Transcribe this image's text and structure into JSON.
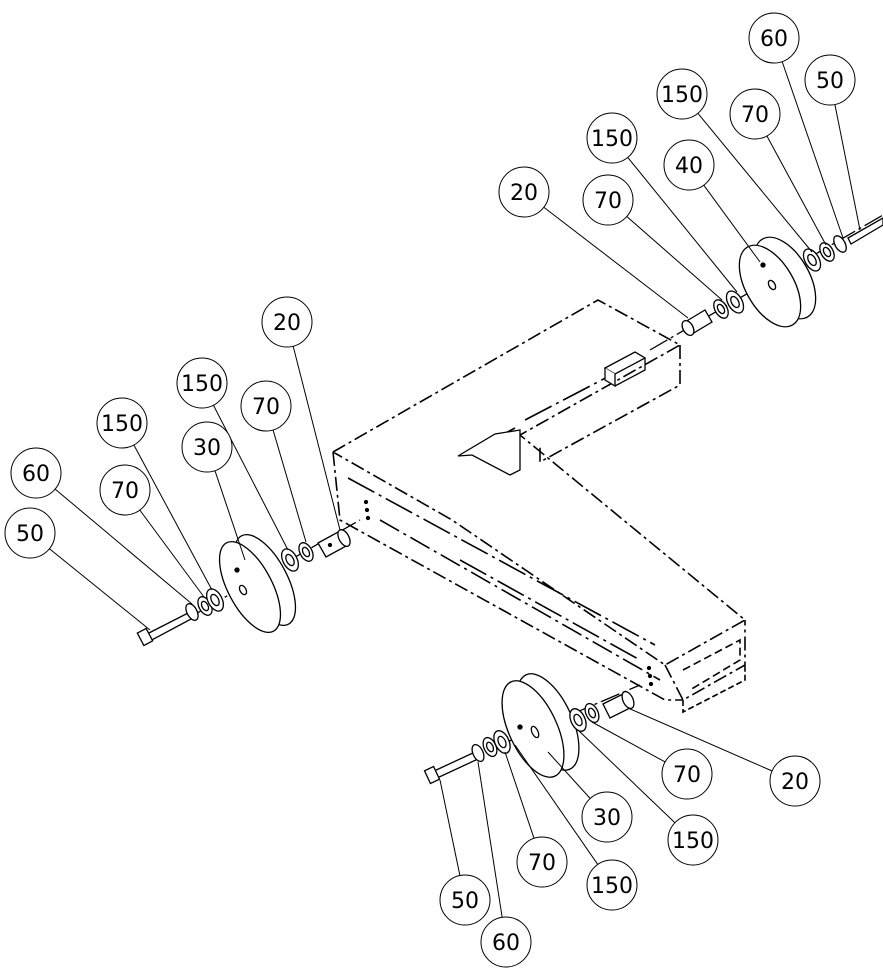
{
  "drawing": {
    "style": {
      "line_color": "#000000",
      "background": "#ffffff",
      "hidden_line_style": "dash-dot"
    },
    "callouts": [
      {
        "id": "c1",
        "label": "60"
      },
      {
        "id": "c2",
        "label": "50"
      },
      {
        "id": "c3",
        "label": "150"
      },
      {
        "id": "c4",
        "label": "70"
      },
      {
        "id": "c5",
        "label": "150"
      },
      {
        "id": "c6",
        "label": "40"
      },
      {
        "id": "c7",
        "label": "20"
      },
      {
        "id": "c8",
        "label": "70"
      },
      {
        "id": "c9",
        "label": "20"
      },
      {
        "id": "c10",
        "label": "150"
      },
      {
        "id": "c11",
        "label": "70"
      },
      {
        "id": "c12",
        "label": "150"
      },
      {
        "id": "c13",
        "label": "30"
      },
      {
        "id": "c14",
        "label": "60"
      },
      {
        "id": "c15",
        "label": "70"
      },
      {
        "id": "c16",
        "label": "50"
      },
      {
        "id": "c17",
        "label": "70"
      },
      {
        "id": "c18",
        "label": "20"
      },
      {
        "id": "c19",
        "label": "30"
      },
      {
        "id": "c20",
        "label": "150"
      },
      {
        "id": "c21",
        "label": "70"
      },
      {
        "id": "c22",
        "label": "150"
      },
      {
        "id": "c23",
        "label": "50"
      },
      {
        "id": "c24",
        "label": "60"
      }
    ]
  }
}
